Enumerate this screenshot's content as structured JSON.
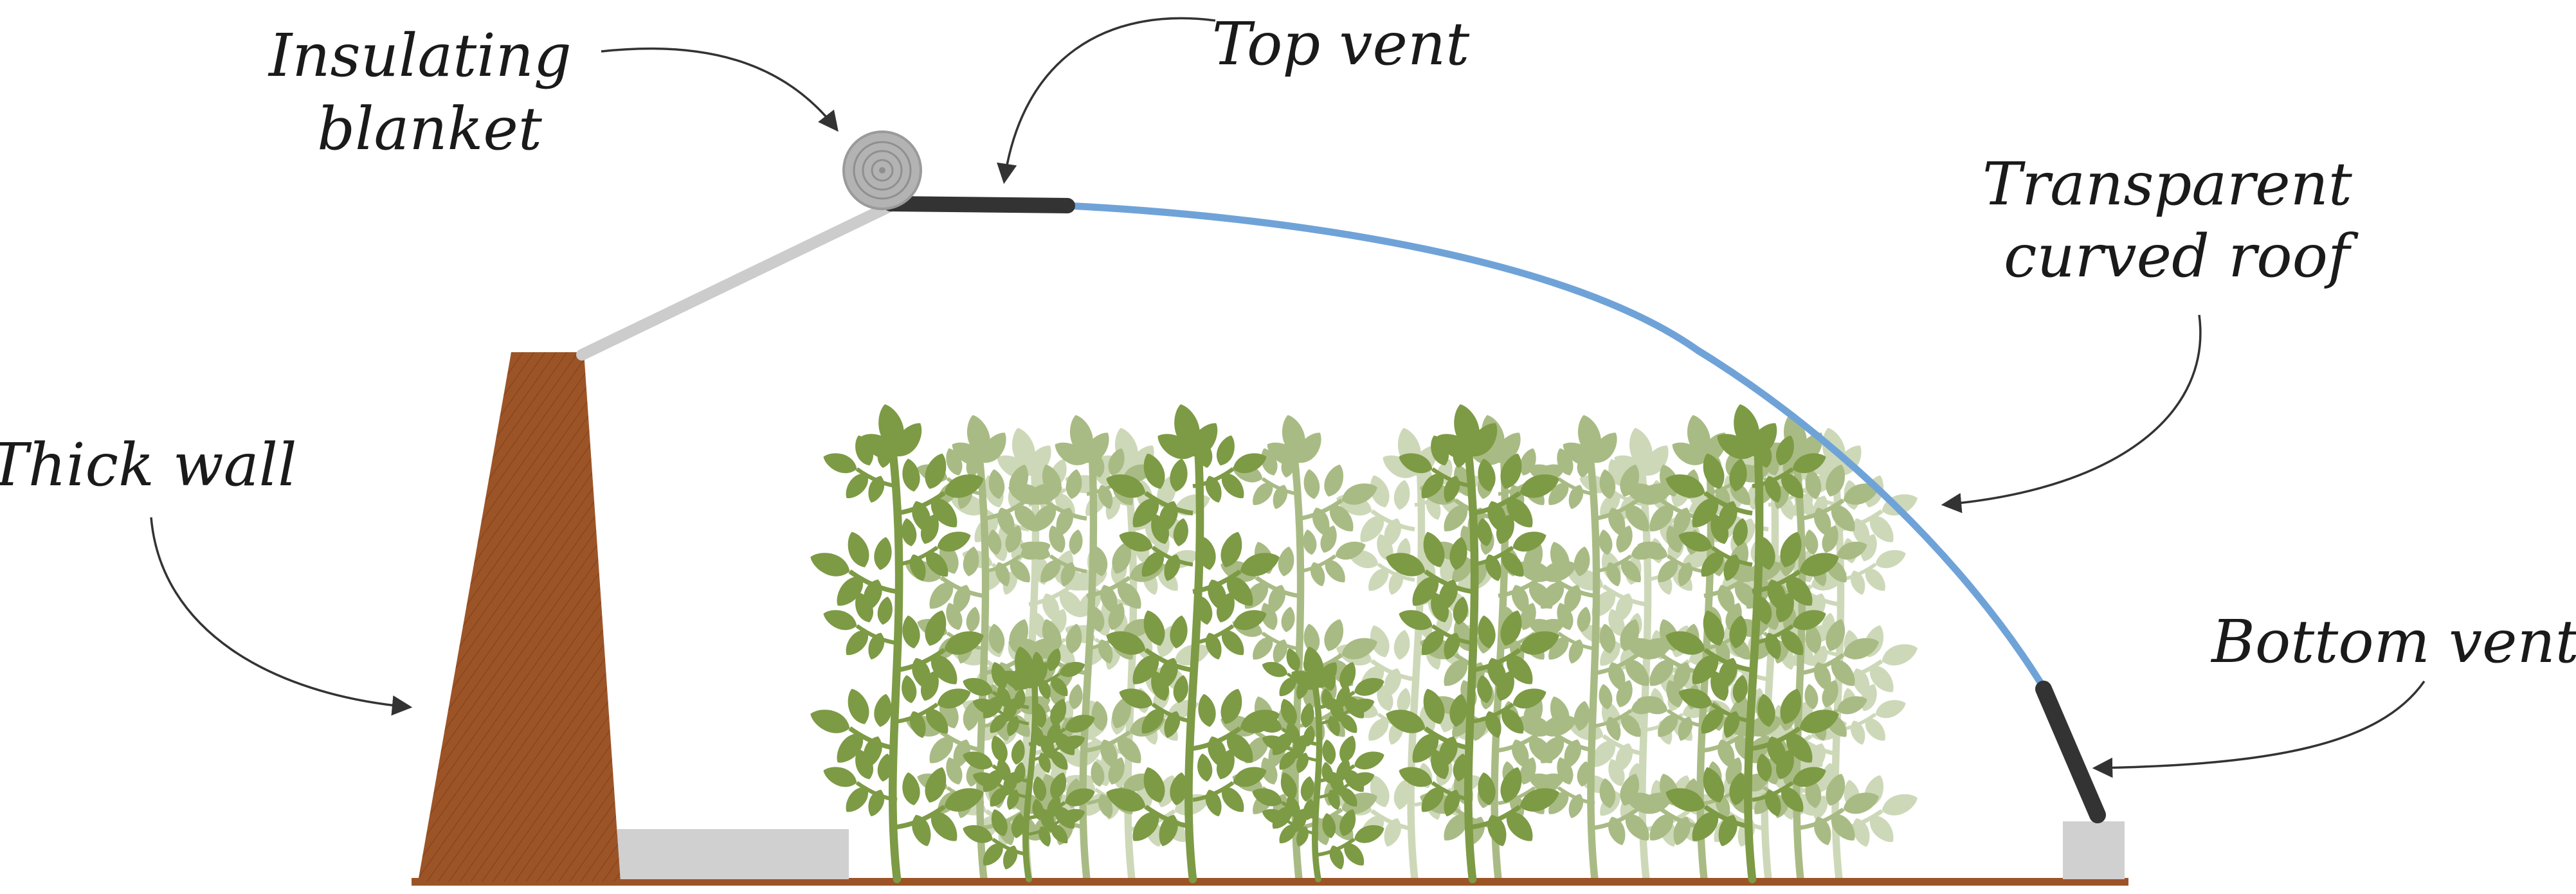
{
  "labels": {
    "insulating_blanket": [
      "Insulating",
      "blanket"
    ],
    "top_vent": "Top vent",
    "transparent_roof": [
      "Transparent",
      "curved roof"
    ],
    "thick_wall": "Thick wall",
    "bottom_vent": "Bottom vent"
  },
  "colors": {
    "wall": "#9c5427",
    "roof": "#6fa3d8",
    "vent": "#333333",
    "blanket": "#b3b3b3",
    "support": "#cccccc",
    "ground": "#9c5427",
    "pad": "#d0d0d0",
    "plant_front": "#7d9a45",
    "plant_back": "#a9bb84",
    "plant_faint": "#cdd8b8"
  },
  "plants": {
    "front_count": 6,
    "back_count": 7,
    "faint_count": 6
  }
}
